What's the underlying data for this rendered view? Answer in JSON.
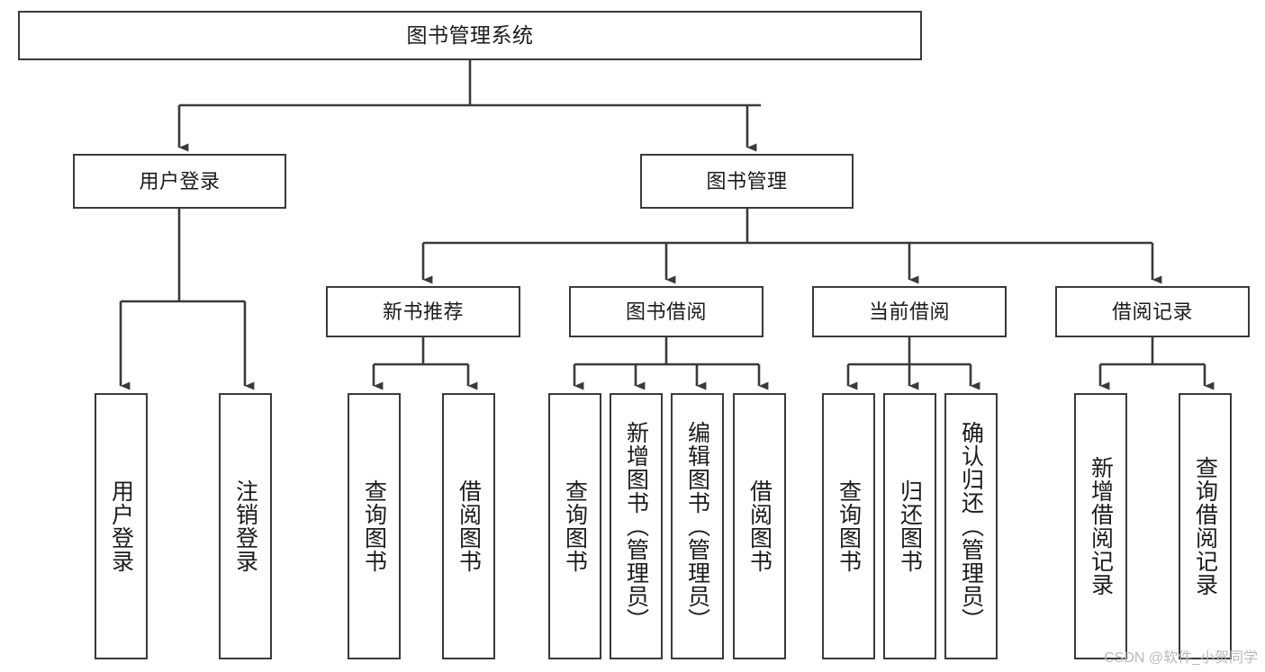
{
  "diagram": {
    "title": "图书管理系统",
    "type": "tree-hierarchy-chart",
    "colors": {
      "box_border": "#3a3a3a",
      "box_fill": "#ffffff",
      "edge": "#3a3a3a",
      "text": "#1b1b1b",
      "watermark": "#b9b9b9",
      "background": "#ffffff"
    }
  },
  "nodes": {
    "root": {
      "label": "图书管理系统"
    },
    "level2": [
      {
        "label": "用户登录"
      },
      {
        "label": "图书管理"
      }
    ],
    "level3": [
      {
        "label": "新书推荐"
      },
      {
        "label": "图书借阅"
      },
      {
        "label": "当前借阅"
      },
      {
        "label": "借阅记录"
      }
    ],
    "leaves": {
      "user_login": [
        {
          "label": "用户登录"
        },
        {
          "label": "注销登录"
        }
      ],
      "new_book_recommend": [
        {
          "label": "查询图书"
        },
        {
          "label": "借阅图书"
        }
      ],
      "book_borrow": [
        {
          "label": "查询图书"
        },
        {
          "label": "新增图书（管理员）"
        },
        {
          "label": "编辑图书（管理员）"
        },
        {
          "label": "借阅图书"
        }
      ],
      "current_borrow": [
        {
          "label": "查询图书"
        },
        {
          "label": "归还图书"
        },
        {
          "label": "确认归还（管理员）"
        }
      ],
      "borrow_record": [
        {
          "label": "新增借阅记录"
        },
        {
          "label": "查询借阅记录"
        }
      ]
    }
  },
  "watermark": {
    "text": "CSDN @软件_小贺同学"
  }
}
